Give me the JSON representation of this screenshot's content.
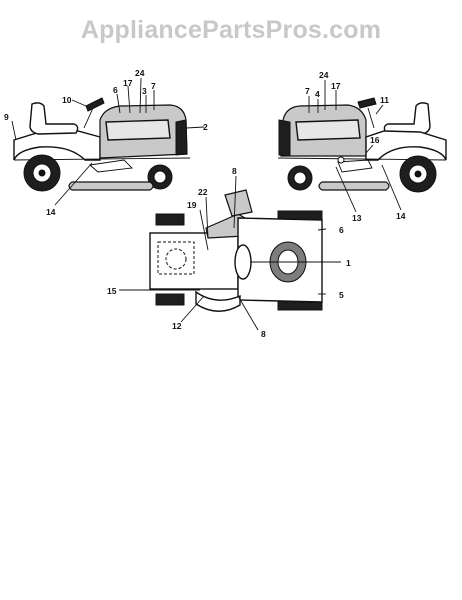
{
  "watermark": "AppliancePartsPros.com",
  "callouts": {
    "left_view": [
      "9",
      "10",
      "6",
      "17",
      "24",
      "3",
      "7",
      "2",
      "14"
    ],
    "right_view": [
      "7",
      "4",
      "24",
      "17",
      "11",
      "16",
      "13",
      "14"
    ],
    "top_view": [
      "8",
      "22",
      "19",
      "6",
      "1",
      "15",
      "5",
      "12",
      "8"
    ]
  }
}
